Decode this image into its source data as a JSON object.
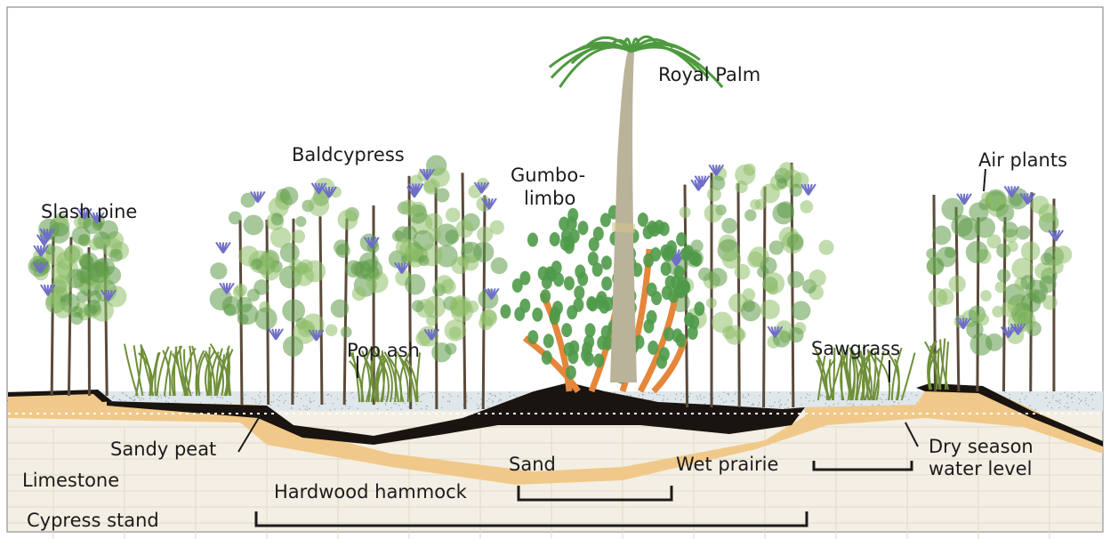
{
  "labels": {
    "royal_palm": "Royal Palm",
    "baldcypress": "Baldcypress",
    "air_plants": "Air plants",
    "slash_pine": "Slash pine",
    "gumbo_limbo_line1": "Gumbo-",
    "gumbo_limbo_line2": "limbo",
    "pop_ash": "Pop ash",
    "sawgrass": "Sawgrass",
    "sandy_peat": "Sandy peat",
    "limestone": "Limestone",
    "sand": "Sand",
    "wet_prairie": "Wet prairie",
    "dry_season_line1": "Dry season",
    "dry_season_line2": "water level",
    "hardwood_hammock": "Hardwood hammock",
    "cypress_stand": "Cypress stand"
  },
  "colors": {
    "limestone": "#f4efe4",
    "sand": "#f0c98a",
    "peat": "#1a1410",
    "water": "#dfe7ea",
    "foliage": "#8fbf6a",
    "foliage_dark": "#5f9a48",
    "gumbo_leaf": "#4f9a4a",
    "gumbo_bark": "#e5863a",
    "palm_trunk": "#b9b39a",
    "air_plant": "#6f6fc8",
    "trunk": "#5a4a3a",
    "label": "#1b1b1b"
  }
}
